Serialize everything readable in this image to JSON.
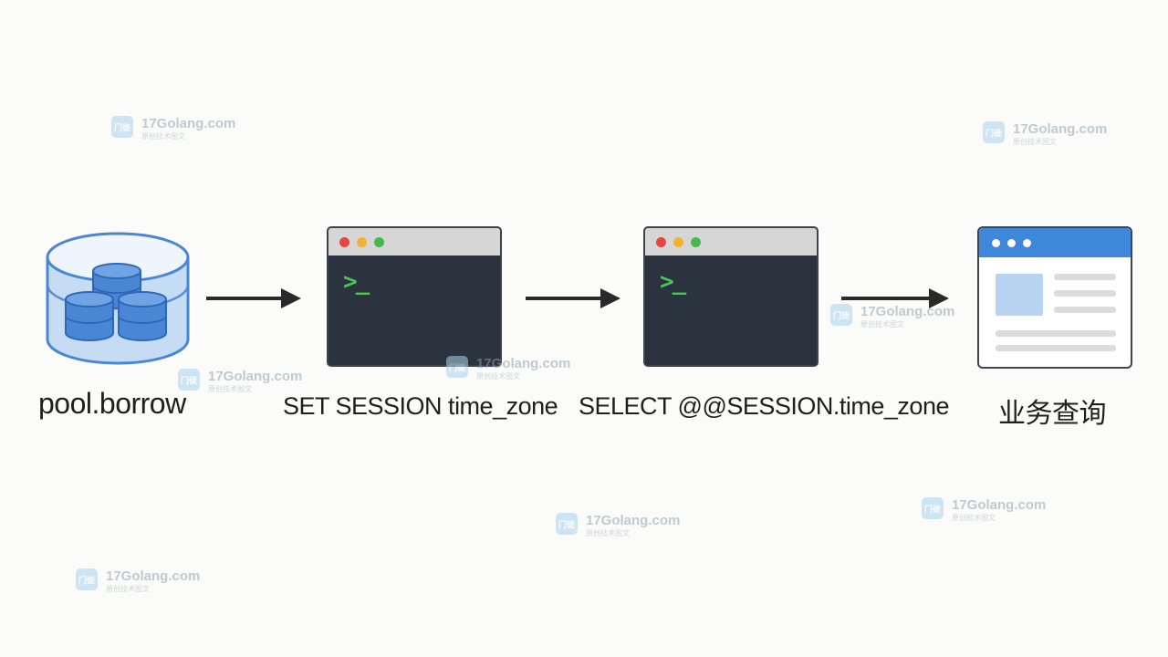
{
  "diagram": {
    "steps": [
      {
        "label": "pool.borrow",
        "icon": "database-pool-icon"
      },
      {
        "label": "SET SESSION time_zone",
        "icon": "terminal-icon"
      },
      {
        "label": "SELECT @@SESSION.time_zone",
        "icon": "terminal-icon"
      },
      {
        "label": "业务查询",
        "icon": "browser-window-icon"
      }
    ],
    "terminal_prompt": ">_",
    "colors": {
      "background": "#fbfbf9",
      "database_blue": "#4a86d4",
      "terminal_body": "#2b333e",
      "prompt_green": "#4ec25a",
      "browser_bar": "#3f87d9",
      "arrow": "#2a2a2a"
    }
  },
  "watermark": {
    "text": "17Golang.com",
    "subtext": "原创技术图文",
    "badge": "门徒"
  }
}
